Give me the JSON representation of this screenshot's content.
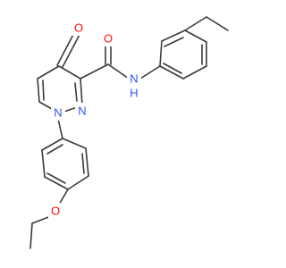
{
  "colors": {
    "bond": "#3a3a3a",
    "oxygen": "#ff0d0d",
    "nitrogen": "#3050f8",
    "background": "#ffffff"
  },
  "atoms": {
    "o_carbonyl_ring": "O",
    "o_carbonyl_amide": "O",
    "n_amide_label": "N",
    "h_amide_label": "H",
    "n1": "N",
    "n2": "N",
    "o_ether": "O"
  }
}
